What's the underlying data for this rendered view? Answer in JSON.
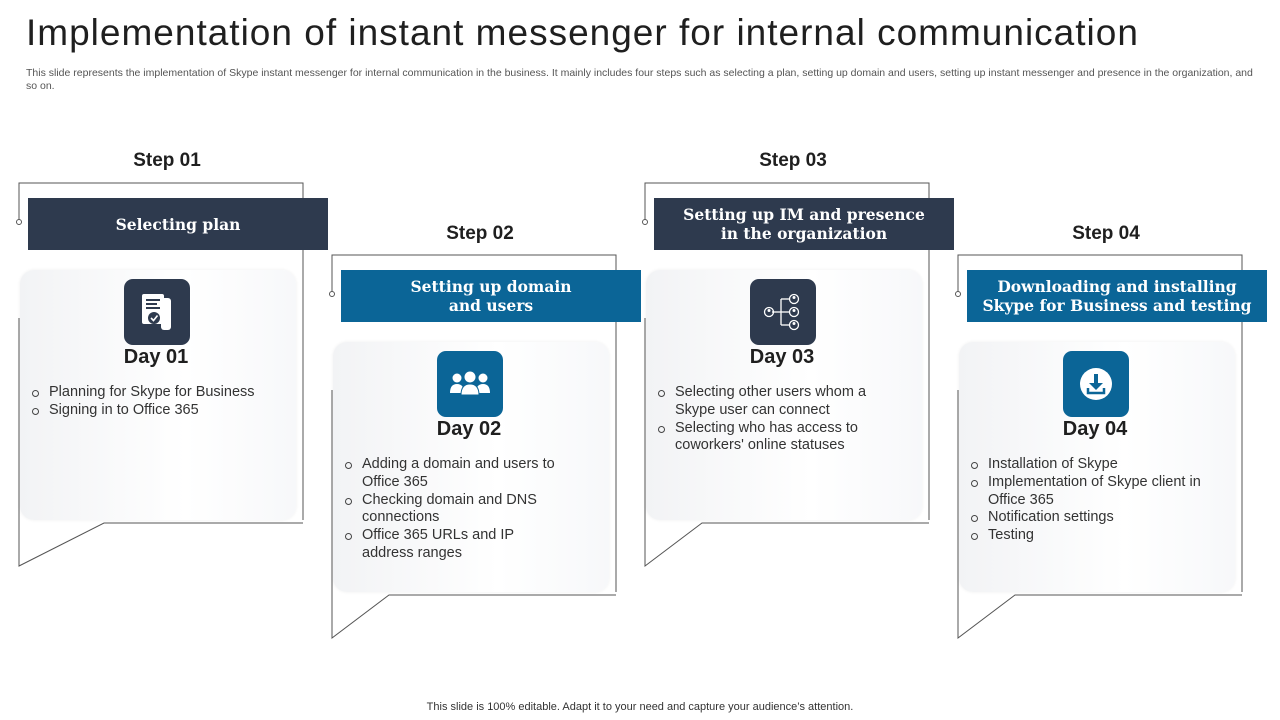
{
  "title": "Implementation of instant messenger for internal communication",
  "subtitle": "This slide represents the implementation of Skype instant messenger for internal communication in the business. It mainly includes four steps such as selecting a plan, setting up domain and users, setting up instant messenger and presence in the organization, and so on.",
  "footer": "This slide is 100% editable. Adapt it to your need and capture your audience’s attention.",
  "steps": [
    {
      "label": "Step 01",
      "banner": "Selecting plan",
      "icon": "certificate-document-icon",
      "day": "Day 01",
      "items": [
        "Planning for Skype for Business",
        "Signing in to Office 365"
      ]
    },
    {
      "label": "Step 02",
      "banner": "Setting up domain\nand users",
      "icon": "users-group-icon",
      "day": "Day 02",
      "items": [
        "Adding a domain and users to Office 365",
        "Checking domain and DNS connections",
        "Office 365 URLs and IP address ranges"
      ]
    },
    {
      "label": "Step 03",
      "banner": "Setting up IM and presence\nin the organization",
      "icon": "network-users-icon",
      "day": "Day 03",
      "items": [
        "Selecting other users whom a Skype user can connect",
        "Selecting who has access to coworkers' online statuses"
      ]
    },
    {
      "label": "Step 04",
      "banner": "Downloading and installing\nSkype for Business and testing",
      "icon": "download-icon",
      "day": "Day 04",
      "items": [
        "Installation of Skype",
        "Implementation of Skype client in Office 365",
        "Notification settings",
        "Testing"
      ]
    }
  ],
  "colors": {
    "dark_navy": "#2e3a4e",
    "blue": "#0b6597"
  }
}
